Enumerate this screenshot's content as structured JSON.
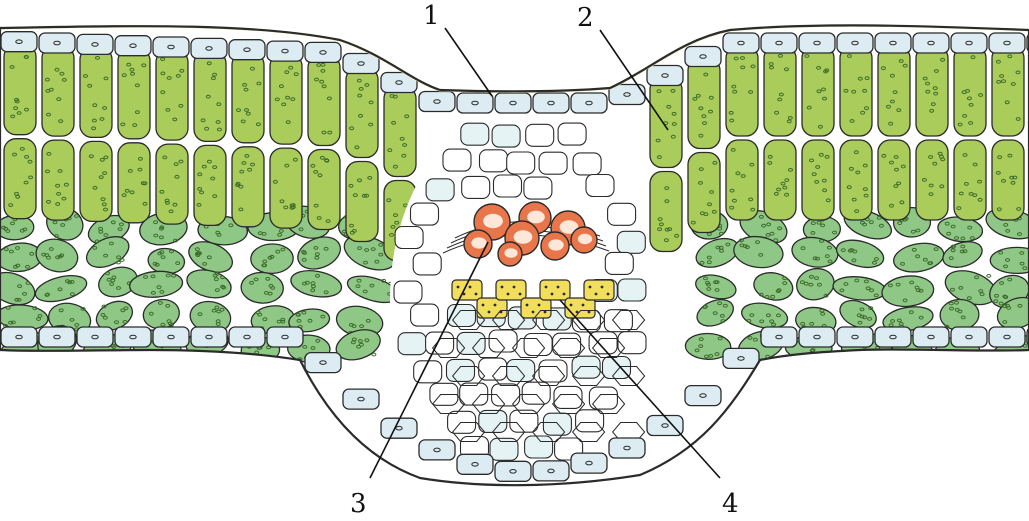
{
  "labels": [
    "1",
    "2",
    "3",
    "4"
  ],
  "colors": {
    "background": "#ffffff",
    "outline": "#2b2b2b",
    "epidermis": "#dcecf2",
    "cuticle": "#f2ecb0",
    "palisade": "#a9cc5a",
    "spongy": "#8fc886",
    "parenchyma": "#ffffff",
    "parenchyma_tint": "#e5f3f5",
    "xylem": "#e9764a",
    "xylem_lumen": "#fde7d8",
    "phloem": "#f0de5c",
    "chloroplast": "#3d6b2b",
    "air_space": "#ffffff"
  }
}
